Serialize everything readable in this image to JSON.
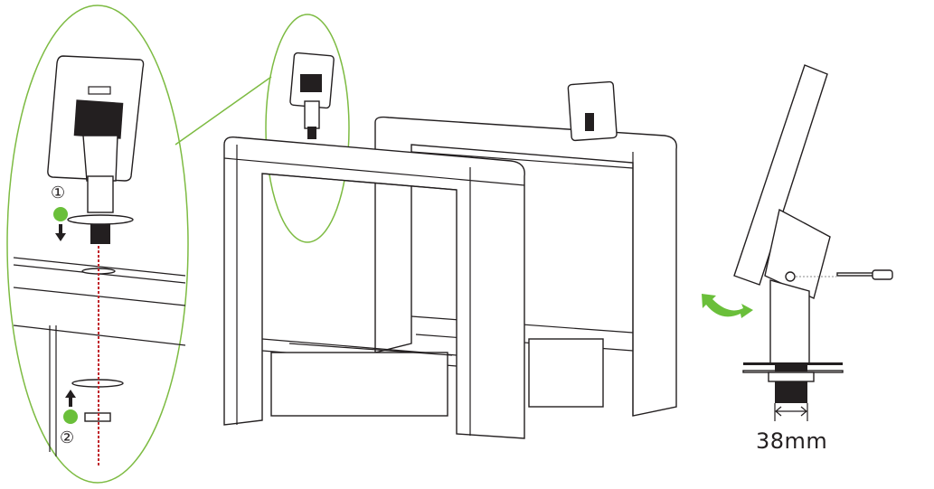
{
  "labels": {
    "step1": "①",
    "step2": "②",
    "thread_diameter": "38mm"
  },
  "colors": {
    "callout": "#7dbb42",
    "marker": "#6abf3a",
    "guide_line": "#c1272d",
    "line": "#231f20"
  }
}
